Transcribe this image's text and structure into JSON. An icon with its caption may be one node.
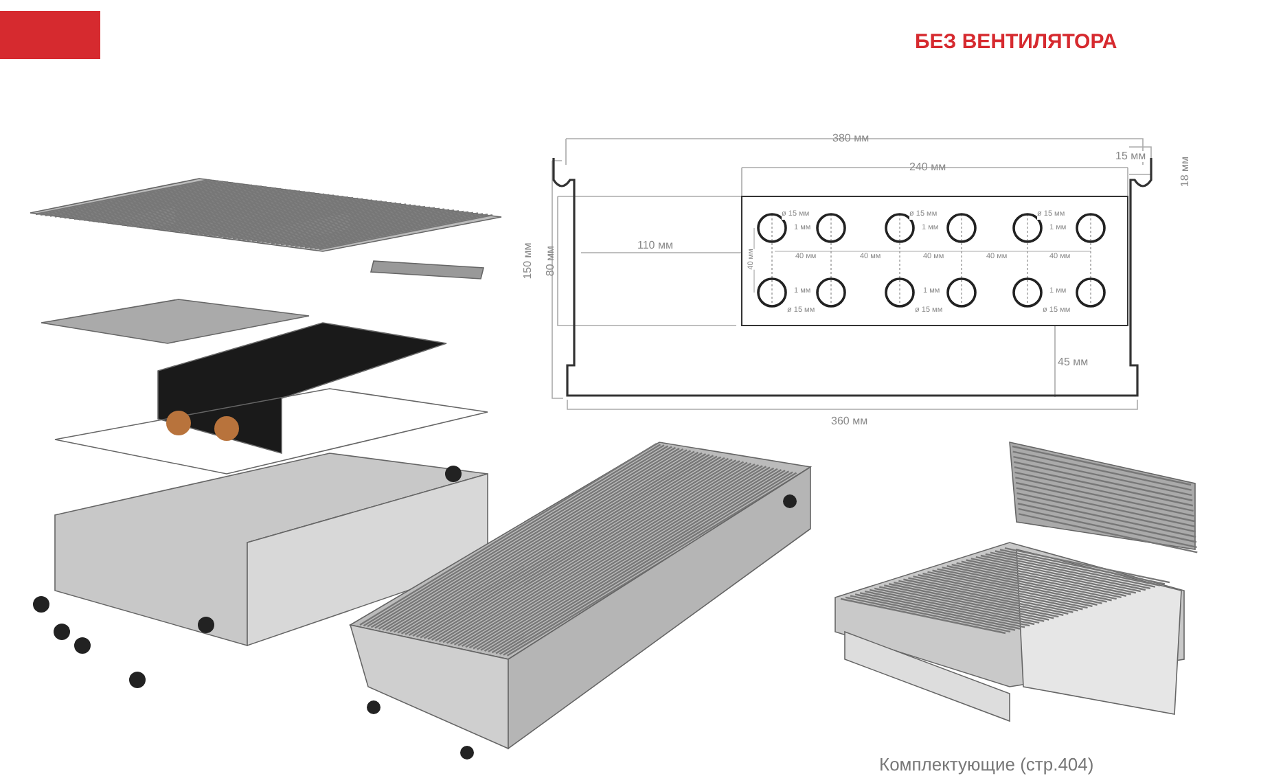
{
  "diagram": {
    "title": "БЕЗ ВЕНТИЛЯТОРА",
    "caption": "Комплектующие (стр.404)",
    "labels": [
      "380 мм",
      "15 мм",
      "18 мм",
      "240 мм",
      "150 мм",
      "80 мм",
      "110 мм",
      "ø 15 мм",
      "ø 15 мм",
      "ø 15 мм",
      "1 мм",
      "1 мм",
      "1 мм",
      "40 мм",
      "40 мм",
      "40 мм",
      "40 мм",
      "40 мм",
      "40 мм",
      "1 мм",
      "1 мм",
      "1 мм",
      "ø 15 мм",
      "ø 15 мм",
      "ø 15 мм",
      "45 мм",
      "360 мм"
    ]
  }
}
